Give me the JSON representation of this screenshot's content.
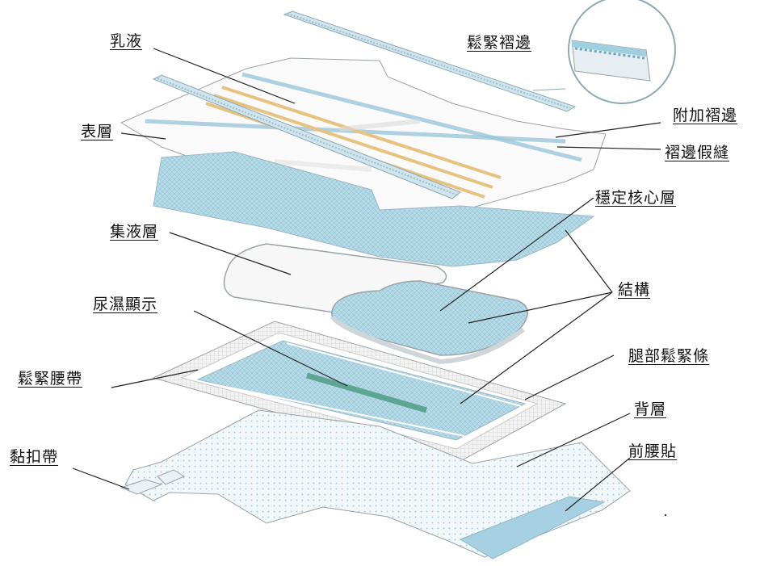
{
  "labels": {
    "latex": "乳液",
    "elastic_cuff": "鬆緊褶邊",
    "topsheet": "表層",
    "extra_cuff": "附加褶邊",
    "cuff_seam": "褶邊假縫",
    "stable_core": "穩定核心層",
    "acquisition_layer": "集液層",
    "structure": "結構",
    "wetness_indicator": "尿濕顯示",
    "leg_elastic": "腿部鬆緊條",
    "elastic_waistband": "鬆緊腰帶",
    "backsheet": "背層",
    "tape": "黏扣帶",
    "front_waist_patch": "前腰貼"
  },
  "colors": {
    "core_blue": "#a9d3e2",
    "stripe_blue": "#8fc3d8",
    "latex_orange": "#e8c27f",
    "indicator_green": "#4f9e85",
    "outline_gray": "#9aa3a8",
    "leader_line": "#222222"
  }
}
